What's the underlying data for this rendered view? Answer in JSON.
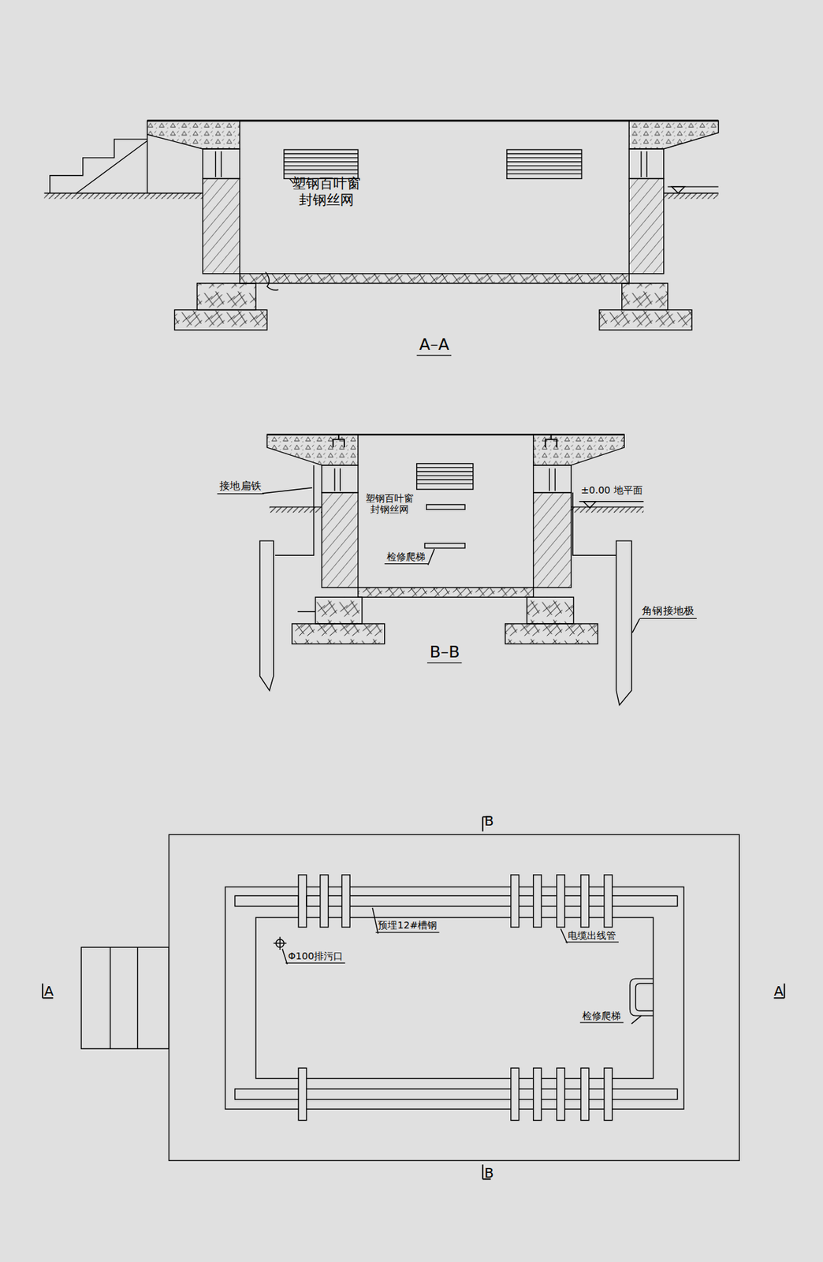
{
  "diagram": {
    "labels": [
      "塑钢百叶窗 封钢丝网",
      "A–A",
      "接地扁铁",
      "塑钢百叶窗 封钢丝网",
      "±0.00 地平面",
      "检修爬梯",
      "角钢接地极",
      "B–B",
      "B",
      "B",
      "A",
      "A",
      "预埋12#槽钢",
      "电缆出线管",
      "Φ100排污口",
      "检修爬梯"
    ]
  }
}
